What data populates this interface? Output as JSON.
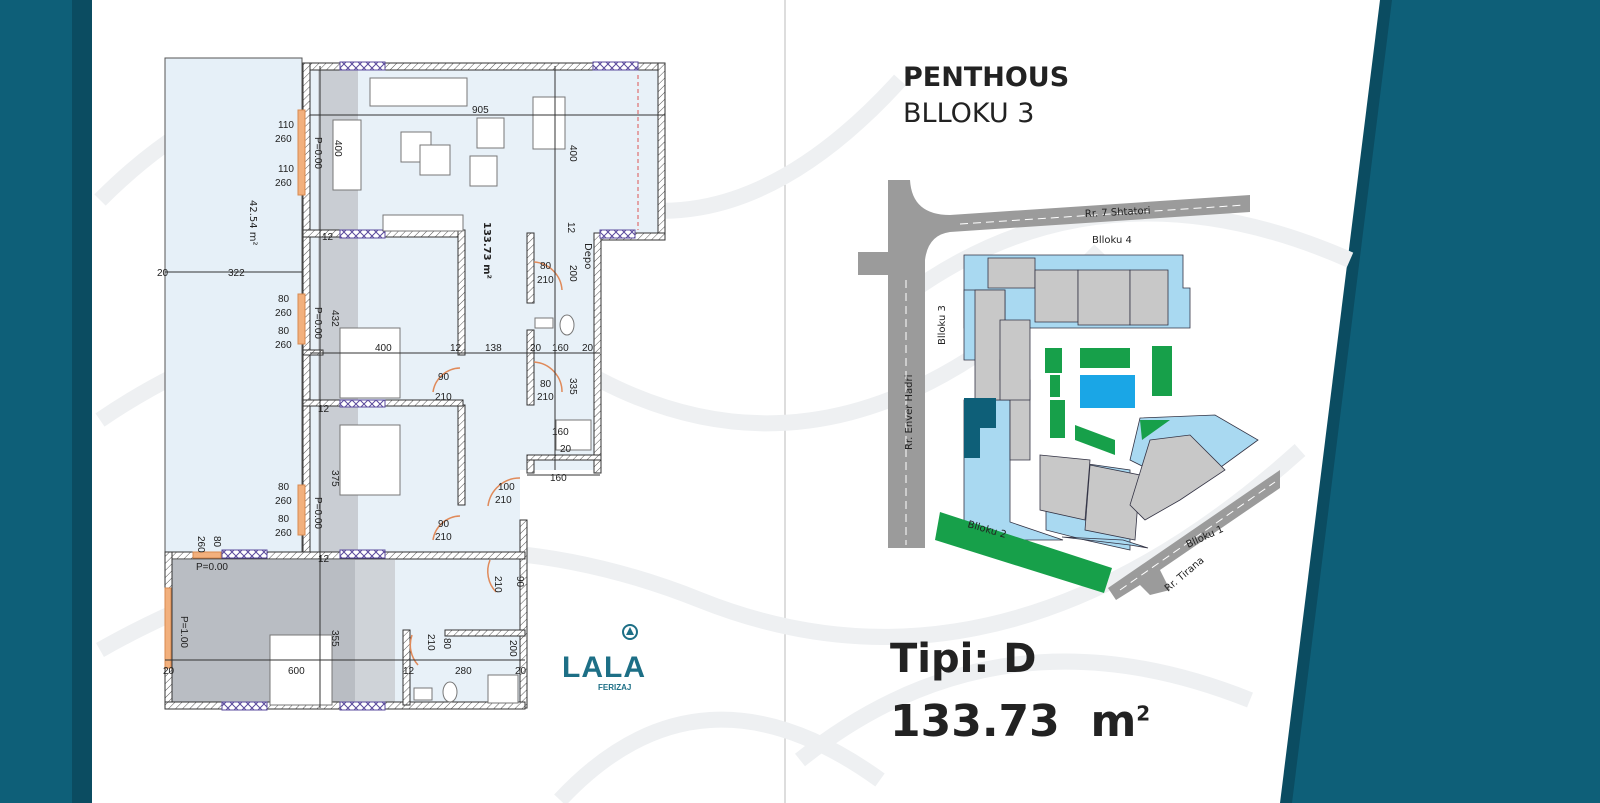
{
  "header": {
    "title": "PENTHOUS",
    "subtitle": "BLLOKU 3"
  },
  "unit": {
    "type_label": "Tipi: D",
    "area_value": "133.73",
    "area_unit": "m",
    "area_sup": "2"
  },
  "floor_plan": {
    "interior_area": "133.73 m²",
    "balcony_area": "42.54 m²",
    "room_label_depo": "Depo",
    "dims": [
      "905",
      "400",
      "400",
      "110",
      "260",
      "110",
      "260",
      "P=0.00",
      "20",
      "322",
      "80",
      "260",
      "80",
      "260",
      "P=0.00",
      "432",
      "12",
      "400",
      "12",
      "138",
      "20",
      "160",
      "20",
      "200",
      "12",
      "80",
      "210",
      "80",
      "210",
      "335",
      "90",
      "210",
      "12",
      "160",
      "20",
      "160",
      "375",
      "80",
      "260",
      "80",
      "260",
      "P=0.00",
      "100",
      "210",
      "90",
      "210",
      "80",
      "260",
      "12",
      "P=0.00",
      "90",
      "210",
      "P=1.00",
      "355",
      "20",
      "600",
      "12",
      "280",
      "200",
      "20",
      "80",
      "210"
    ]
  },
  "logo": {
    "name": "LALA",
    "city": "FERIZAJ"
  },
  "site_map": {
    "streets": [
      "Rr. 7 Shtatori",
      "Rr. Enver Hadri",
      "Rr. Tirana"
    ],
    "blocks": [
      "Blloku 1",
      "Blloku 2",
      "Blloku 3",
      "Blloku 4"
    ]
  },
  "colors": {
    "teal": "#0e5f78",
    "light_blue": "#a9d9f1",
    "green": "#17a04a",
    "pool": "#1aa6e6",
    "door": "#e08a5a",
    "window": "#5a4a9c"
  }
}
